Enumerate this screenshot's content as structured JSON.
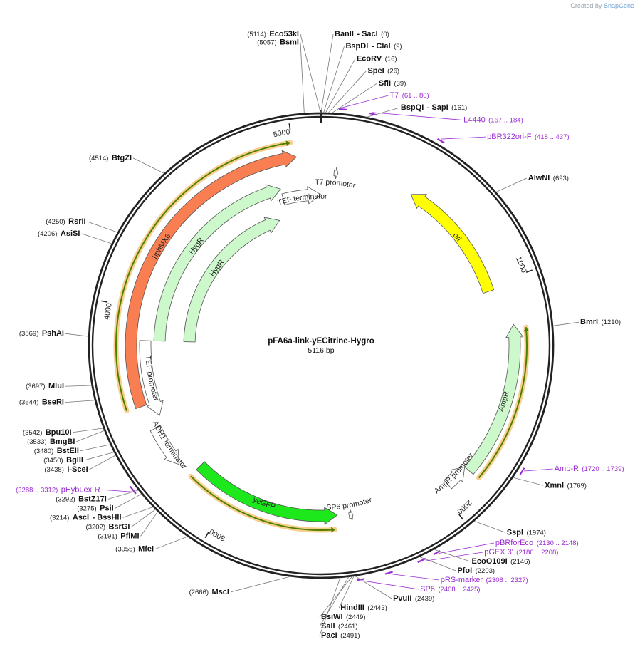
{
  "credit": {
    "prefix": "Created by",
    "brand": "SnapGene"
  },
  "plasmid": {
    "name": "pFA6a-link-yECitrine-Hygro",
    "length_label": "5116 bp",
    "length": 5116
  },
  "ticks": [
    {
      "label": "1000",
      "pos": 1000
    },
    {
      "label": "2000",
      "pos": 2000
    },
    {
      "label": "3000",
      "pos": 3000
    },
    {
      "label": "4000",
      "pos": 4000
    },
    {
      "label": "5000",
      "pos": 5000
    }
  ],
  "enzymes": [
    {
      "name": "Eco53kI",
      "pos_label": "(5114)",
      "pos": 5114
    },
    {
      "name": "BsmI",
      "pos_label": "(5057)",
      "pos": 5057
    },
    {
      "name": "BanII",
      "suffix": "- SacI",
      "pos_label": "(0)",
      "pos": 0
    },
    {
      "name": "BspDI",
      "suffix": "- ClaI",
      "pos_label": "(9)",
      "pos": 9
    },
    {
      "name": "EcoRV",
      "pos_label": "(16)",
      "pos": 16
    },
    {
      "name": "SpeI",
      "pos_label": "(26)",
      "pos": 26
    },
    {
      "name": "SfiI",
      "pos_label": "(39)",
      "pos": 39
    },
    {
      "name": "BspQI",
      "suffix": "- SapI",
      "pos_label": "(161)",
      "pos": 161
    },
    {
      "name": "AlwNI",
      "pos_label": "(693)",
      "pos": 693
    },
    {
      "name": "BmrI",
      "pos_label": "(1210)",
      "pos": 1210
    },
    {
      "name": "XmnI",
      "pos_label": "(1769)",
      "pos": 1769
    },
    {
      "name": "SspI",
      "pos_label": "(1974)",
      "pos": 1974
    },
    {
      "name": "EcoO109I",
      "pos_label": "(2146)",
      "pos": 2146
    },
    {
      "name": "PfoI",
      "pos_label": "(2203)",
      "pos": 2203
    },
    {
      "name": "PvuII",
      "pos_label": "(2439)",
      "pos": 2439
    },
    {
      "name": "HindIII",
      "pos_label": "(2443)",
      "pos": 2443
    },
    {
      "name": "BsiWI",
      "pos_label": "(2449)",
      "pos": 2449
    },
    {
      "name": "SalI",
      "pos_label": "(2461)",
      "pos": 2461
    },
    {
      "name": "PacI",
      "pos_label": "(2491)",
      "pos": 2491
    },
    {
      "name": "MscI",
      "pos_label": "(2666)",
      "pos": 2666
    },
    {
      "name": "MfeI",
      "pos_label": "(3055)",
      "pos": 3055
    },
    {
      "name": "PflMI",
      "pos_label": "(3191)",
      "pos": 3191
    },
    {
      "name": "BsrGI",
      "pos_label": "(3202)",
      "pos": 3202
    },
    {
      "name": "AscI",
      "suffix": "- BssHII",
      "pos_label": "(3214)",
      "pos": 3214
    },
    {
      "name": "PsiI",
      "pos_label": "(3275)",
      "pos": 3275
    },
    {
      "name": "BstZ17I",
      "pos_label": "(3292)",
      "pos": 3292
    },
    {
      "name": "I-SceI",
      "pos_label": "(3438)",
      "pos": 3438
    },
    {
      "name": "BglII",
      "pos_label": "(3450)",
      "pos": 3450
    },
    {
      "name": "BstEII",
      "pos_label": "(3480)",
      "pos": 3480
    },
    {
      "name": "BmgBI",
      "pos_label": "(3533)",
      "pos": 3533
    },
    {
      "name": "Bpu10I",
      "pos_label": "(3542)",
      "pos": 3542
    },
    {
      "name": "BseRI",
      "pos_label": "(3644)",
      "pos": 3644
    },
    {
      "name": "MluI",
      "pos_label": "(3697)",
      "pos": 3697
    },
    {
      "name": "PshAI",
      "pos_label": "(3869)",
      "pos": 3869
    },
    {
      "name": "AsiSI",
      "pos_label": "(4206)",
      "pos": 4206
    },
    {
      "name": "RsrII",
      "pos_label": "(4250)",
      "pos": 4250
    },
    {
      "name": "BtgZI",
      "pos_label": "(4514)",
      "pos": 4514
    }
  ],
  "primers": [
    {
      "name": "T7",
      "pos_label": "(61 .. 80)",
      "start": 61,
      "end": 80
    },
    {
      "name": "L4440",
      "pos_label": "(167 .. 184)",
      "start": 167,
      "end": 184
    },
    {
      "name": "pBR322ori-F",
      "pos_label": "(418 .. 437)",
      "start": 418,
      "end": 437
    },
    {
      "name": "Amp-R",
      "pos_label": "(1720 .. 1739)",
      "start": 1720,
      "end": 1739
    },
    {
      "name": "pBRforEco",
      "pos_label": "(2130 .. 2148)",
      "start": 2130,
      "end": 2148
    },
    {
      "name": "pGEX 3'",
      "pos_label": "(2186 .. 2208)",
      "start": 2186,
      "end": 2208
    },
    {
      "name": "pRS-marker",
      "pos_label": "(2308 .. 2327)",
      "start": 2308,
      "end": 2327
    },
    {
      "name": "SP6",
      "pos_label": "(2408 .. 2425)",
      "start": 2408,
      "end": 2425
    },
    {
      "name": "pHybLex-R",
      "pos_label": "(3288 .. 3312)",
      "start": 3288,
      "end": 3312
    }
  ],
  "features": [
    {
      "name": "ori",
      "start": 437,
      "end": 1025,
      "dir": -1,
      "color": "#ffff00"
    },
    {
      "name": "AmpR",
      "start": 1190,
      "end": 1850,
      "dir": -1,
      "color": "#ccf8cc"
    },
    {
      "name": "AmpR promoter",
      "start": 1850,
      "end": 1955,
      "dir": -1,
      "color": "#ffffff"
    },
    {
      "name": "SP6 promoter",
      "start": 2406,
      "end": 2425,
      "dir": -1,
      "color": "#ffffff"
    },
    {
      "name": "yeGFP",
      "start": 2480,
      "end": 3200,
      "dir": -1,
      "color": "#1ce81c"
    },
    {
      "name": "ADH1 terminator",
      "start": 3270,
      "end": 3460,
      "dir": -1,
      "color": "#ffffff"
    },
    {
      "name": "TEF promoter",
      "start": 3505,
      "end": 3860,
      "dir": -1,
      "color": "#ffffff"
    },
    {
      "name": "hphMX6",
      "start": 3570,
      "end": 5010,
      "dir": 1,
      "color": "#f97e52"
    },
    {
      "name": "HygR",
      "start": 3860,
      "end": 4910,
      "dir": 1,
      "color": "#ccf8cc"
    },
    {
      "name": "TEF terminator",
      "start": 4910,
      "end": 5115,
      "dir": 1,
      "color": "#ffffff"
    },
    {
      "name": "HygR",
      "start": 3860,
      "end": 4855,
      "dir": 1,
      "color": "#ccf8cc"
    },
    {
      "name": "T7 promoter",
      "start": 61,
      "end": 80,
      "dir": 1,
      "color": "#ffffff"
    }
  ],
  "colors": {
    "backbone": "#222222",
    "primer": "#9a2bd2",
    "orange_glow": "#f6bf6a",
    "olive": "#4f7f00"
  }
}
